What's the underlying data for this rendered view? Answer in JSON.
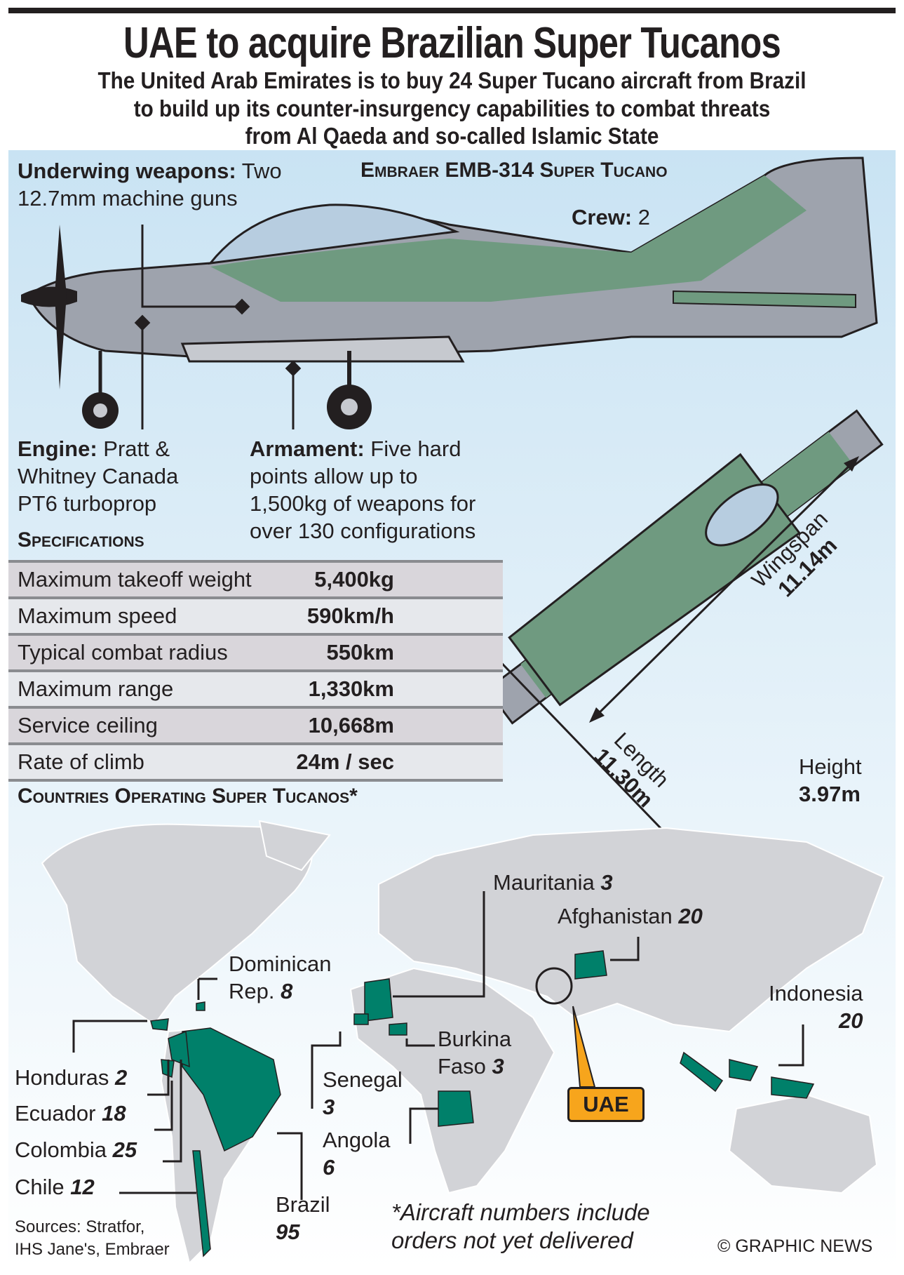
{
  "title": "UAE to acquire Brazilian Super Tucanos",
  "subtitle": [
    "The United Arab Emirates is to buy 24 Super Tucano aircraft from Brazil",
    "to build up its counter-insurgency capabilities to combat threats",
    "from Al Qaeda and so-called Islamic State"
  ],
  "aircraft_name": "Embraer EMB-314 Super Tucano",
  "callouts": {
    "underwing_label": "Underwing weapons:",
    "underwing_text1": " Two",
    "underwing_text2": "12.7mm machine guns",
    "crew_label": "Crew:",
    "crew_value": " 2",
    "engine_label": "Engine:",
    "engine_text1": " Pratt &",
    "engine_text2": "Whitney Canada",
    "engine_text3": "PT6 turboprop",
    "armament_label": "Armament:",
    "armament_text1": " Five hard",
    "armament_text2": "points allow up to",
    "armament_text3": "1,500kg of weapons for",
    "armament_text4": "over 130 configurations",
    "wingspan_label": "Wingspan",
    "wingspan_value": "11.14m",
    "length_label": "Length",
    "length_value": "11.30m",
    "height_label": "Height",
    "height_value": "3.97m"
  },
  "specifications": {
    "heading": "Specifications",
    "rows": [
      {
        "label": "Maximum takeoff weight",
        "value": "5,400kg"
      },
      {
        "label": "Maximum speed",
        "value": "590km/h"
      },
      {
        "label": "Typical combat radius",
        "value": "550km"
      },
      {
        "label": "Maximum range",
        "value": "1,330km"
      },
      {
        "label": "Service ceiling",
        "value": "10,668m"
      },
      {
        "label": "Rate of climb",
        "value": "24m / sec"
      }
    ]
  },
  "countries": {
    "heading": "Countries Operating Super Tucanos*",
    "items": [
      {
        "name": "Mauritania",
        "count": "3"
      },
      {
        "name": "Afghanistan",
        "count": "20"
      },
      {
        "name": "Dominican",
        "name2": "Rep.",
        "count": "8"
      },
      {
        "name": "Indonesia",
        "count": "20"
      },
      {
        "name": "Burkina",
        "name2": "Faso",
        "count": "3"
      },
      {
        "name": "Honduras",
        "count": "2"
      },
      {
        "name": "Ecuador",
        "count": "18"
      },
      {
        "name": "Colombia",
        "count": "25"
      },
      {
        "name": "Chile",
        "count": "12"
      },
      {
        "name": "Senegal",
        "count": "3"
      },
      {
        "name": "Angola",
        "count": "6"
      },
      {
        "name": "Brazil",
        "count": "95"
      }
    ],
    "uae_label": "UAE"
  },
  "footnote": [
    "*Aircraft numbers include",
    "orders not yet delivered"
  ],
  "sources": [
    "Sources: Stratfor,",
    "IHS Jane's, Embraer"
  ],
  "credit": "© GRAPHIC NEWS",
  "colors": {
    "operator": "#00806a",
    "land": "#d2d3d7",
    "uae": "#f7a51c",
    "panel": "#c9e3f3"
  }
}
